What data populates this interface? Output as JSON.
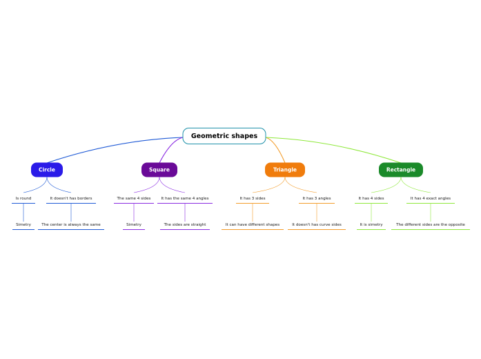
{
  "title": "Geometric shapes",
  "branches": [
    {
      "label": "Circle",
      "color": "#2a1be8",
      "line": "#1f5ad6",
      "children": [
        {
          "label": "Is round",
          "children": [
            {
              "label": "Simetry"
            }
          ]
        },
        {
          "label": "It doesn't has borders",
          "children": [
            {
              "label": "The center is always the same"
            }
          ]
        }
      ]
    },
    {
      "label": "Square",
      "color": "#6a0a98",
      "line": "#8a2be2",
      "children": [
        {
          "label": "The same 4 sides",
          "children": [
            {
              "label": "Simetry"
            }
          ]
        },
        {
          "label": "It has the same 4 angles",
          "children": [
            {
              "label": "The sides are straight"
            }
          ]
        }
      ]
    },
    {
      "label": "Triangle",
      "color": "#f07c0c",
      "line": "#f39c2a",
      "children": [
        {
          "label": "It has 3 sides",
          "children": [
            {
              "label": "It can have different shapes"
            }
          ]
        },
        {
          "label": "It has 3 angles",
          "children": [
            {
              "label": "It doesn't has curve sides"
            }
          ]
        }
      ]
    },
    {
      "label": "Rectangle",
      "color": "#1b8a2a",
      "line": "#8ee83a",
      "children": [
        {
          "label": "It has 4 sides",
          "children": [
            {
              "label": "It is simetry"
            }
          ]
        },
        {
          "label": "It has 4 exact angles",
          "children": [
            {
              "label": "The different sides are  the opposite"
            }
          ]
        }
      ]
    }
  ]
}
